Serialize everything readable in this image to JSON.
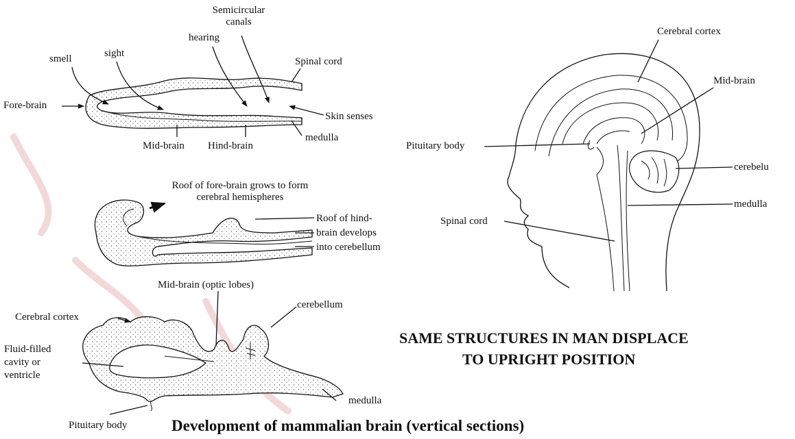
{
  "diagram": {
    "title": "Development of mammalian brain (vertical sections)",
    "man_caption_line1": "SAME STRUCTURES IN MAN DISPLACE",
    "man_caption_line2": "TO UPRIGHT POSITION",
    "stage1": {
      "semicircular_canals_l1": "Semicircular",
      "semicircular_canals_l2": "canals",
      "hearing": "hearing",
      "smell": "smell",
      "sight": "sight",
      "spinal_cord": "Spinal cord",
      "fore_brain": "Fore-brain",
      "skin_senses": "Skin senses",
      "mid_brain": "Mid-brain",
      "hind_brain": "Hind-brain",
      "medulla": "medulla"
    },
    "stage2": {
      "roof_fore_l1": "Roof of fore-brain grows to form",
      "roof_fore_l2": "cerebral hemispheres",
      "roof_hind_l1": "Roof of hind-",
      "roof_hind_l2": "brain develops",
      "roof_hind_l3": "into cerebellum"
    },
    "stage3": {
      "midbrain_optic": "Mid-brain (optic lobes)",
      "cerebral_cortex": "Cerebral cortex",
      "cerebellum": "cerebellum",
      "fluid_l1": "Fluid-filled",
      "fluid_l2": "cavity or",
      "fluid_l3": "ventricle",
      "medulla": "medulla",
      "pituitary": "Pituitary body"
    },
    "human": {
      "cerebral_cortex": "Cerebral cortex",
      "mid_brain": "Mid-brain",
      "pituitary": "Pituitary body",
      "cerebellum": "cerebelu",
      "medulla": "medulla",
      "spinal_cord": "Spinal cord"
    },
    "colors": {
      "ink": "#111111",
      "watermark": "#e9b8bb",
      "background": "#ffffff"
    }
  }
}
